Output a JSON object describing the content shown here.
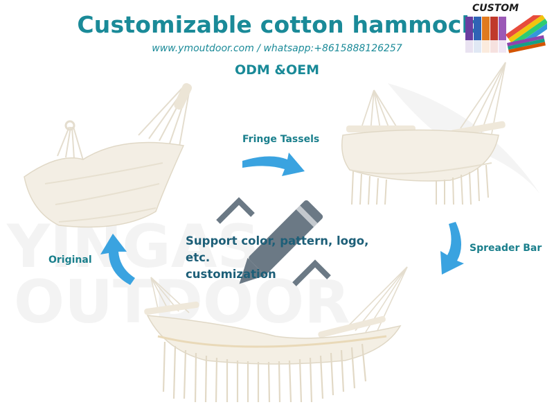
{
  "header": {
    "title": "Customizable cotton hammock",
    "contact": "www.ymoutdoor.com  / whatsapp:+8615888126257",
    "subtitle": "ODM &OEM"
  },
  "badge": {
    "text": "CUSTOM"
  },
  "labels": {
    "fringe": "Fringe Tassels",
    "spreader": "Spreader Bar",
    "original": "Original"
  },
  "center": {
    "line1": "Support color, pattern, logo, etc.",
    "line2": "customization"
  },
  "watermark": {
    "line1": "YINGAS",
    "line2": "OUTDOOR"
  },
  "colors": {
    "brand": "#1a8a98",
    "arrow": "#3aa3e0",
    "hammock": "#f2ede2",
    "fringe": "#e6decc",
    "pencil": "#6b7985"
  }
}
